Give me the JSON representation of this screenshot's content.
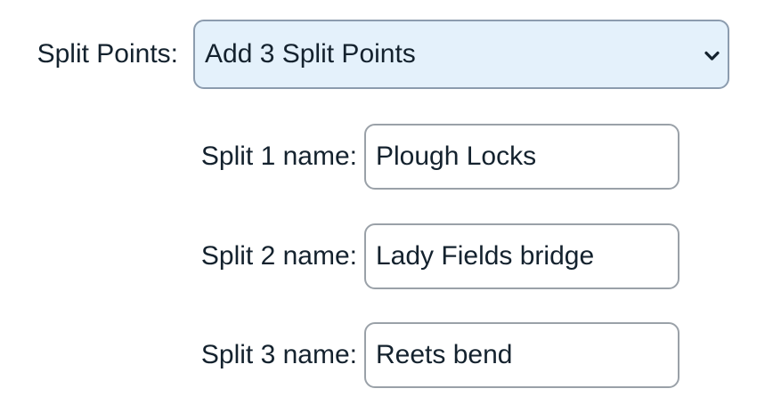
{
  "colors": {
    "text": "#14222e",
    "select_background": "#e4f1fb",
    "select_border": "#8c9cae",
    "input_border": "#9aa1a8",
    "input_background": "#ffffff"
  },
  "icons": {
    "select_indicator": "chevron-down-icon"
  },
  "form": {
    "split_points": {
      "label": "Split Points:",
      "selected_option": "Add 3 Split Points"
    },
    "splits": [
      {
        "label": "Split 1 name:",
        "value": "Plough Locks"
      },
      {
        "label": "Split 2 name:",
        "value": "Lady Fields bridge"
      },
      {
        "label": "Split 3 name:",
        "value": "Reets bend"
      }
    ]
  }
}
